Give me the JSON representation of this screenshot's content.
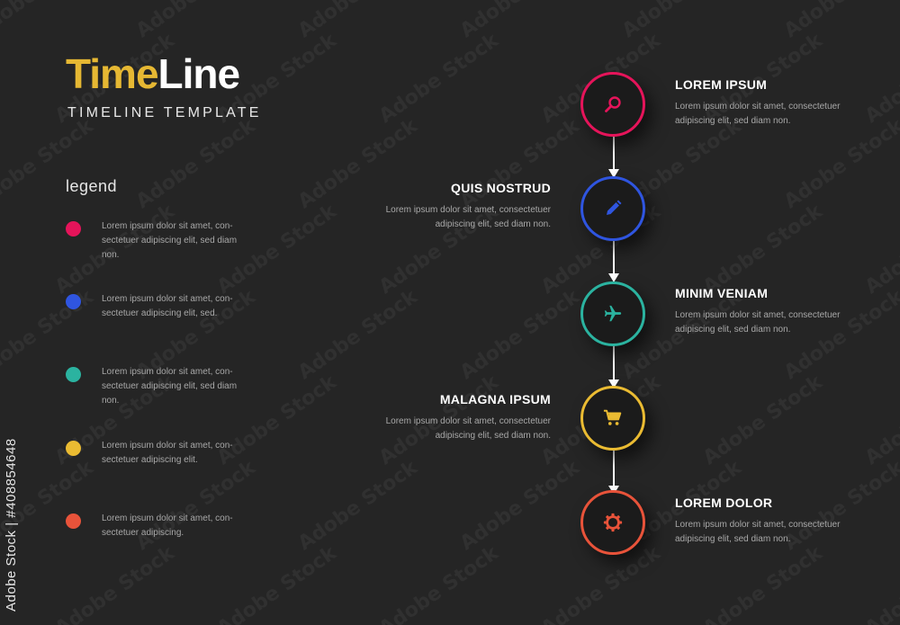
{
  "header": {
    "title_part1": "Time",
    "title_part2": "Line",
    "subtitle": "TIMELINE TEMPLATE"
  },
  "legend": {
    "title": "legend",
    "items": [
      {
        "color": "#e5145a",
        "text": "Lorem ipsum dolor sit amet, con-sectetuer adipiscing elit, sed diam non."
      },
      {
        "color": "#2f55e0",
        "text": "Lorem ipsum dolor sit amet, con-sectetuer adipiscing elit, sed."
      },
      {
        "color": "#2bb3a0",
        "text": "Lorem ipsum dolor sit amet, con-sectetuer adipiscing elit, sed diam non."
      },
      {
        "color": "#eabb32",
        "text": "Lorem ipsum dolor sit amet, con-sectetuer adipiscing elit."
      },
      {
        "color": "#e8533a",
        "text": "Lorem ipsum dolor sit amet, con-sectetuer adipiscing."
      }
    ]
  },
  "steps": [
    {
      "title": "LOREM IPSUM",
      "text": "Lorem ipsum dolor sit amet, consectetuer adipiscing elit, sed diam non.",
      "color": "#e5145a",
      "icon": "search-icon",
      "side": "right"
    },
    {
      "title": "QUIS NOSTRUD",
      "text": "Lorem ipsum dolor sit amet, consectetuer adipiscing elit, sed diam non.",
      "color": "#2f55e0",
      "icon": "pencil-icon",
      "side": "left"
    },
    {
      "title": "MINIM VENIAM",
      "text": "Lorem ipsum dolor sit amet, consectetuer adipiscing elit, sed diam non.",
      "color": "#2bb3a0",
      "icon": "airplane-icon",
      "side": "right"
    },
    {
      "title": "MALAGNA IPSUM",
      "text": "Lorem ipsum dolor sit amet, consectetuer adipiscing elit, sed diam non.",
      "color": "#eabb32",
      "icon": "cart-icon",
      "side": "left"
    },
    {
      "title": "LOREM DOLOR",
      "text": "Lorem ipsum dolor sit amet, consectetuer adipiscing elit, sed diam non.",
      "color": "#e8533a",
      "icon": "gear-icon",
      "side": "right"
    }
  ],
  "watermark": {
    "text": "Adobe Stock"
  },
  "credit": {
    "text": "Adobe Stock | #408854648"
  }
}
